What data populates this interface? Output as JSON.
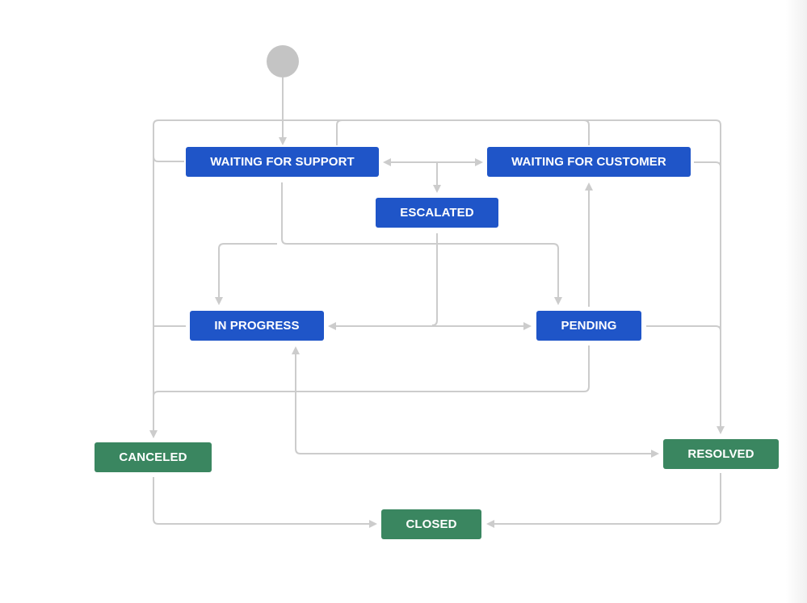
{
  "diagram": {
    "colors": {
      "in_progress_status": "#1f55c8",
      "done_status": "#3a8660",
      "connector": "#cccccc",
      "start_node": "#c4c4c4"
    },
    "statuses": {
      "waiting_for_support": "WAITING FOR SUPPORT",
      "waiting_for_customer": "WAITING FOR CUSTOMER",
      "escalated": "ESCALATED",
      "in_progress": "IN PROGRESS",
      "pending": "PENDING",
      "canceled": "CANCELED",
      "resolved": "RESOLVED",
      "closed": "CLOSED"
    }
  }
}
